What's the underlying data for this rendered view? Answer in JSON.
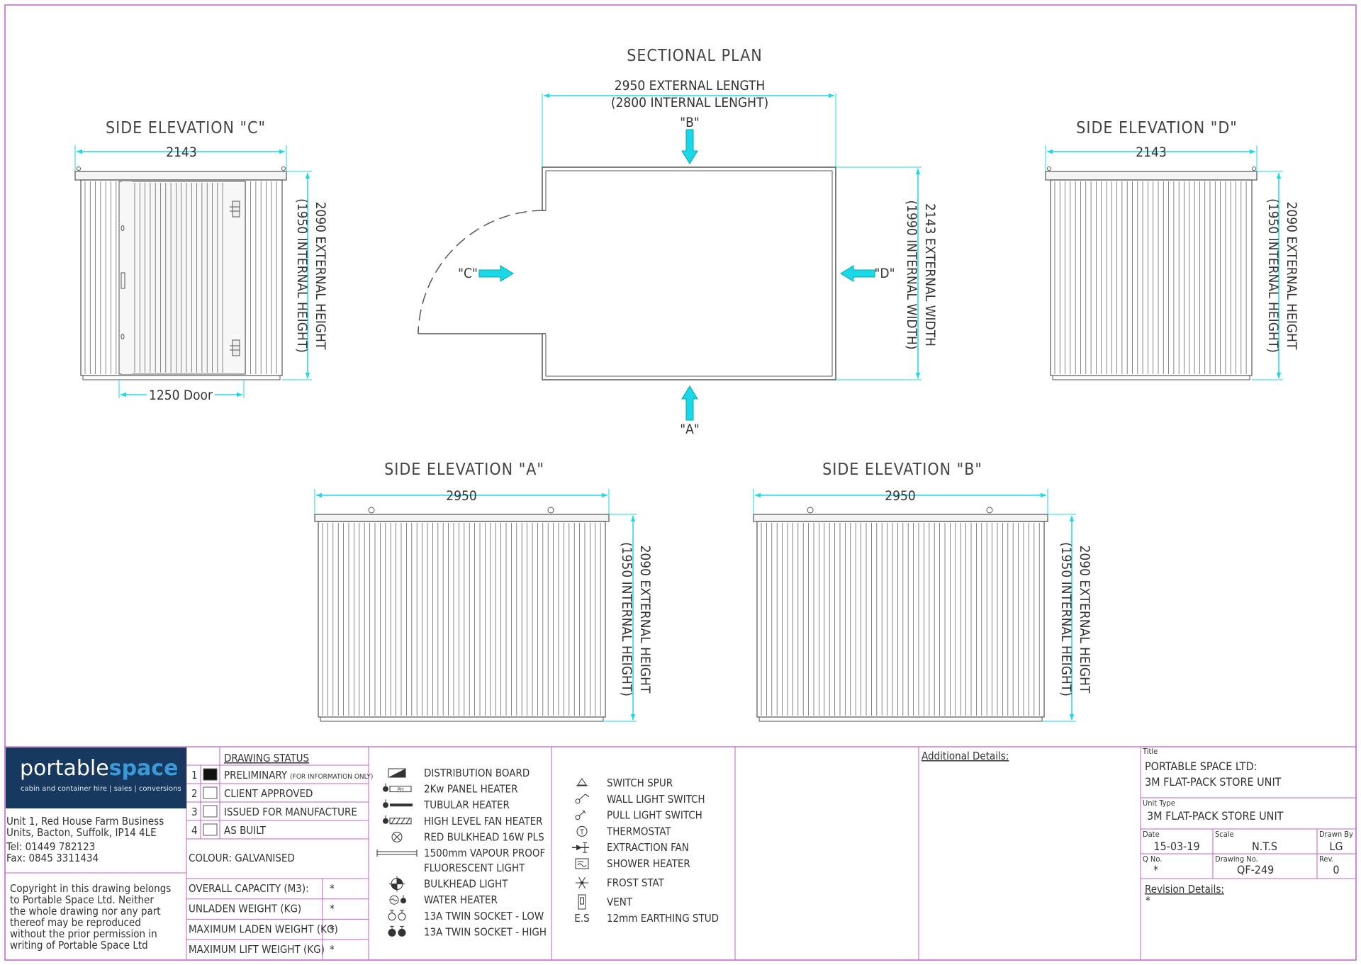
{
  "views": {
    "sectional_plan": {
      "title": "SECTIONAL PLAN",
      "dim_length": "2950 EXTERNAL LENGTH",
      "dim_length_internal": "(2800 INTERNAL LENGHT)",
      "dim_width": "2143 EXTERNAL WIDTH",
      "dim_width_internal": "(1990 INTERNAL WIDTH)",
      "marker_a": "\"A\"",
      "marker_b": "\"B\"",
      "marker_c": "\"C\"",
      "marker_d": "\"D\""
    },
    "side_c": {
      "title": "SIDE ELEVATION \"C\"",
      "width": "2143",
      "height": "2090 EXTERNAL HEIGHT",
      "height_internal": "(1950 INTERNAL HEIGHT)",
      "door": "1250 Door"
    },
    "side_d": {
      "title": "SIDE ELEVATION \"D\"",
      "width": "2143",
      "height": "2090 EXTERNAL HEIGHT",
      "height_internal": "(1950 INTERNAL HEIGHT)"
    },
    "side_a": {
      "title": "SIDE ELEVATION \"A\"",
      "width": "2950",
      "height": "2090 EXTERNAL HEIGHT",
      "height_internal": "(1950 INTERNAL HEIGHT)"
    },
    "side_b": {
      "title": "SIDE ELEVATION \"B\"",
      "width": "2950",
      "height": "2090 EXTERNAL HEIGHT",
      "height_internal": "(1950 INTERNAL HEIGHT)"
    }
  },
  "company": {
    "logo_a": "portable",
    "logo_b": "space",
    "tagline": "cabin and container hire  |  sales  |  conversions",
    "address_1": "Unit 1, Red House Farm Business",
    "address_2": "Units, Bacton, Suffolk, IP14 4LE",
    "tel": "Tel:  01449  782123",
    "fax": "Fax:  0845  3311434",
    "copyright": [
      "Copyright in this drawing belongs",
      "to Portable Space Ltd. Neither",
      "the whole drawing nor any part",
      "thereof may be reproduced",
      "without the prior permission in",
      "writing of Portable Space Ltd"
    ]
  },
  "status": {
    "heading": "DRAWING STATUS",
    "items": [
      {
        "num": "1",
        "label": "PRELIMINARY",
        "note": "(FOR INFORMATION ONLY)",
        "checked": true
      },
      {
        "num": "2",
        "label": "CLIENT APPROVED",
        "note": "",
        "checked": false
      },
      {
        "num": "3",
        "label": "ISSUED FOR MANUFACTURE",
        "note": "",
        "checked": false
      },
      {
        "num": "4",
        "label": "AS BUILT",
        "note": "",
        "checked": false
      }
    ],
    "colour": "COLOUR: GALVANISED",
    "specs": [
      {
        "label": "OVERALL CAPACITY (M3):",
        "value": "*"
      },
      {
        "label": "UNLADEN WEIGHT (KG)",
        "value": "*"
      },
      {
        "label": "MAXIMUM LADEN WEIGHT (KG)",
        "value": "*"
      },
      {
        "label": "MAXIMUM LIFT WEIGHT (KG)",
        "value": "*"
      }
    ]
  },
  "legend1": [
    {
      "icon": "distribution-board-icon",
      "label": "DISTRIBUTION BOARD"
    },
    {
      "icon": "panel-heater-icon",
      "label": "2Kw PANEL HEATER",
      "icon_text": "PH"
    },
    {
      "icon": "tubular-heater-icon",
      "label": "TUBULAR HEATER"
    },
    {
      "icon": "fan-heater-icon",
      "label": "HIGH LEVEL FAN HEATER"
    },
    {
      "icon": "bulkhead-light-red-icon",
      "label": "RED BULKHEAD 16W PLS"
    },
    {
      "icon": "fluorescent-light-icon",
      "label": "1500mm VAPOUR PROOF",
      "label2": "FLUORESCENT LIGHT"
    },
    {
      "icon": "bulkhead-light-icon",
      "label": "BULKHEAD LIGHT"
    },
    {
      "icon": "water-heater-icon",
      "label": "WATER HEATER"
    },
    {
      "icon": "twin-socket-low-icon",
      "label": "13A TWIN SOCKET - LOW"
    },
    {
      "icon": "twin-socket-high-icon",
      "label": "13A TWIN SOCKET - HIGH"
    }
  ],
  "legend2": [
    {
      "icon": "switch-spur-icon",
      "label": "SWITCH SPUR"
    },
    {
      "icon": "wall-light-switch-icon",
      "label": "WALL LIGHT SWITCH"
    },
    {
      "icon": "pull-light-switch-icon",
      "label": "PULL LIGHT SWITCH"
    },
    {
      "icon": "thermostat-icon",
      "label": "THERMOSTAT",
      "icon_text": "T"
    },
    {
      "icon": "extraction-fan-icon",
      "label": "EXTRACTION FAN"
    },
    {
      "icon": "shower-heater-icon",
      "label": "SHOWER HEATER"
    },
    {
      "icon": "frost-stat-icon",
      "label": "FROST STAT"
    },
    {
      "icon": "vent-icon",
      "label": "VENT"
    },
    {
      "icon": "earthing-stud-icon",
      "label": "12mm EARTHING STUD",
      "icon_text": "E.S"
    }
  ],
  "additional": {
    "heading": "Additional Details:"
  },
  "titleblock": {
    "title_label": "Title",
    "title_1": "PORTABLE SPACE LTD:",
    "title_2": "3M FLAT-PACK STORE UNIT",
    "unit_type_label": "Unit Type",
    "unit_type": "3M FLAT-PACK STORE UNIT",
    "date_label": "Date",
    "date": "15-03-19",
    "scale_label": "Scale",
    "scale": "N.T.S",
    "drawn_label": "Drawn By",
    "drawn": "LG",
    "qno_label": "Q No.",
    "qno": "*",
    "drawing_no_label": "Drawing No.",
    "drawing_no": "QF-249",
    "rev_label": "Rev.",
    "rev": "0",
    "revision_label": "Revision Details:",
    "revision": "*"
  },
  "colors": {
    "frame": "#c060c8",
    "dimension": "#1ad8e8",
    "line": "#555555",
    "logo_bg": "#17385f",
    "logo_accent": "#3a9ad9"
  }
}
